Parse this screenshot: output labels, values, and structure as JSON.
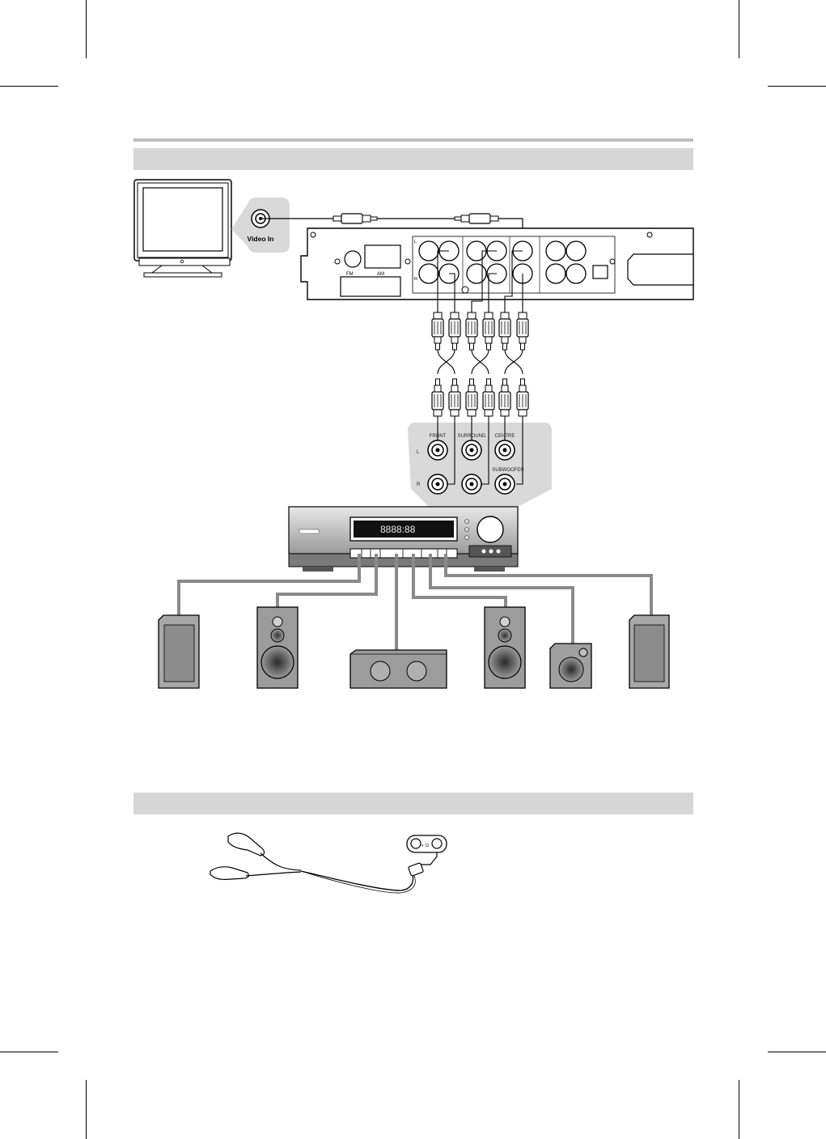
{
  "tv_panel": {
    "video_in_label": "Video In"
  },
  "player_panel": {
    "fm_label": "FM",
    "am_label": "AM",
    "l_label": "L",
    "r_label": "R"
  },
  "amp_inputs": {
    "front_label": "FRONT",
    "surround_label": "SURROUND",
    "centre_label": "CENTRE",
    "subwoofer_label": "SUBWOOFER",
    "l_label": "L",
    "r_label": "R"
  },
  "receiver": {
    "display_text": "8888:88"
  },
  "headphone_jack": {
    "label": "◐ Ω"
  },
  "colors": {
    "section_bar": "#d6d6d6",
    "line": "#000000",
    "cable": "#8a8a8a"
  }
}
